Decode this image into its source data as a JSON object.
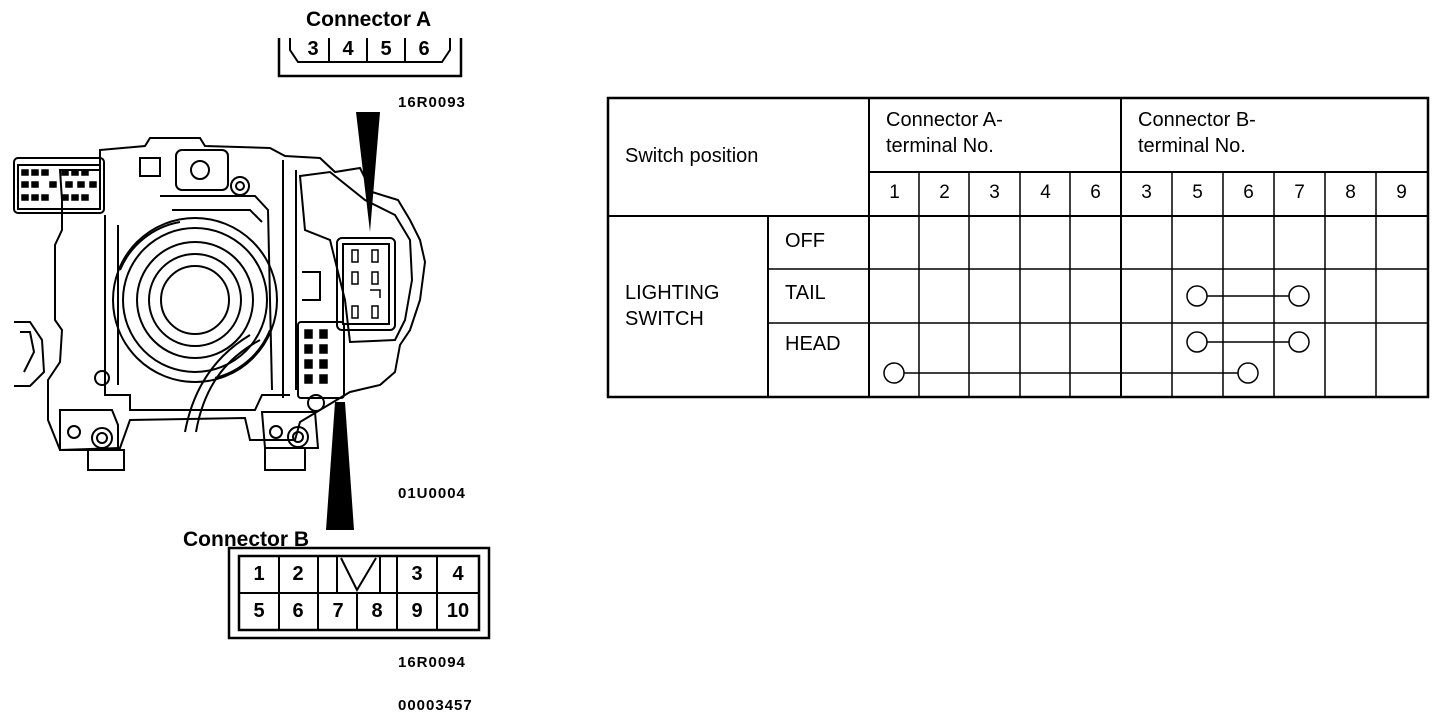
{
  "connector_a": {
    "title": "Connector A",
    "pins": [
      "3",
      "4",
      "5",
      "6"
    ],
    "code": "16R0093"
  },
  "switch_figure": {
    "code": "01U0004"
  },
  "connector_b": {
    "title": "Connector B",
    "row1": [
      "1",
      "2",
      "",
      "3",
      "4"
    ],
    "row2": [
      "5",
      "6",
      "7",
      "8",
      "9",
      "10"
    ],
    "code": "16R0094"
  },
  "figure_id": "00003457",
  "table": {
    "switch_position_header": "Switch position",
    "connector_a_header": [
      "Connector A-",
      "terminal No."
    ],
    "connector_b_header": [
      "Connector B-",
      "terminal No."
    ],
    "connector_a_terminals": [
      "1",
      "2",
      "3",
      "4",
      "6"
    ],
    "connector_b_terminals": [
      "3",
      "5",
      "6",
      "7",
      "8",
      "9"
    ],
    "group_label": [
      "LIGHTING",
      "SWITCH"
    ],
    "rows": [
      {
        "position": "OFF",
        "continuity": []
      },
      {
        "position": "TAIL",
        "continuity": [
          [
            "B5",
            "B7"
          ]
        ]
      },
      {
        "position": "HEAD",
        "continuity": [
          [
            "B5",
            "B7"
          ],
          [
            "A1",
            "B6"
          ]
        ]
      }
    ]
  }
}
